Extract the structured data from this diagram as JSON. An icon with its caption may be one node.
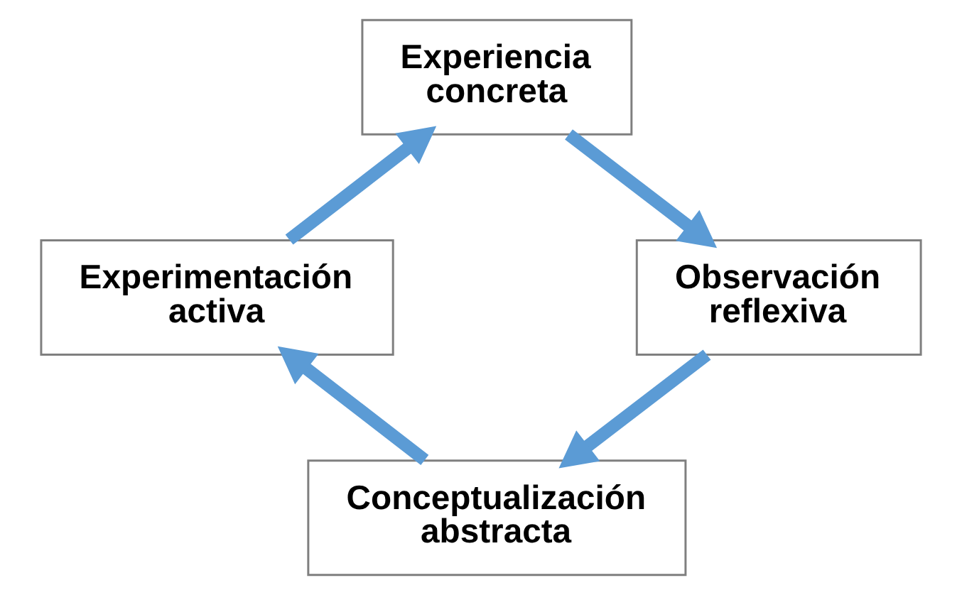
{
  "diagram": {
    "nodes": [
      {
        "text": [
          "Experiencia concreta"
        ]
      },
      {
        "text": [
          "Observación reflexiva"
        ]
      },
      {
        "text": [
          "Conceptualización abstracta"
        ]
      },
      {
        "text": [
          "Experimentación activa"
        ]
      }
    ],
    "edges": [
      {
        "from": 0,
        "to": 1,
        "arrow": "to"
      },
      {
        "from": 1,
        "to": 2,
        "arrow": "to"
      },
      {
        "from": 2,
        "to": 3,
        "arrow": "to"
      },
      {
        "from": 3,
        "to": 0,
        "arrow": "to"
      }
    ]
  }
}
